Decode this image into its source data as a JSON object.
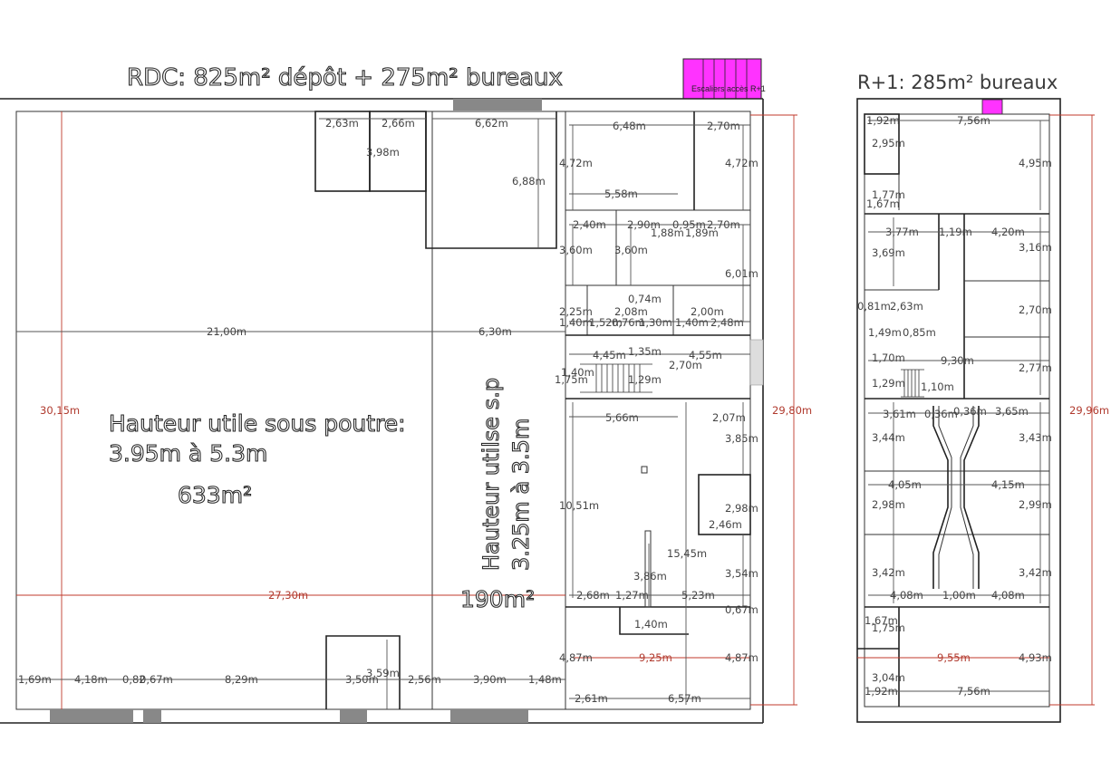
{
  "titles": {
    "rdc": "RDC: 825m² dépôt + 275m² bureaux",
    "r1": "R+1: 285m² bureaux",
    "stair_label": "Escaliers accès R+1"
  },
  "annotations": {
    "hauteur_l1": "Hauteur utile sous poutre:",
    "hauteur_l2": "3.95m à 5.3m",
    "area_depot": "633m²",
    "hauteur_sp_l1": "Hauteur utilse s.p",
    "hauteur_sp_l2": "3.25m à 3.5m",
    "area_sp": "190m²"
  },
  "colors": {
    "stair": "#ff33ff",
    "door": "#888888",
    "dim_red": "#c0392b"
  },
  "dims_rdc": [
    "2,63m",
    "2,66m",
    "3,98m",
    "6,62m",
    "6,88m",
    "21,00m",
    "6,30m",
    "30,15m",
    "27,30m",
    "1,69m",
    "4,18m",
    "0,82",
    "0,67m",
    "8,29m",
    "3,50m",
    "3,59m",
    "2,56m",
    "3,90m",
    "1,48m"
  ],
  "dims_office": [
    "6,48m",
    "2,70m",
    "4,72m",
    "4,72m",
    "5,58m",
    "2,40m",
    "2,90m",
    "0,95m",
    "2,70m",
    "1,88m",
    "1,89m",
    "3,60m",
    "3,60m",
    "6,01m",
    "0,74m",
    "2,25m",
    "2,08m",
    "2,00m",
    "1,40m",
    "1,52m",
    "0,76m",
    "1,30m",
    "1,40m",
    "2,48m",
    "4,45m",
    "1,35m",
    "4,55m",
    "1,40m",
    "2,70m",
    "1,75m",
    "1,29m",
    "5,66m",
    "2,07m",
    "3,85m",
    "10,51m",
    "2,98m",
    "2,46m",
    "15,45m",
    "3,86m",
    "3,54m",
    "2,68m",
    "1,27m",
    "5,23m",
    "0,67m",
    "1,40m",
    "4,87m",
    "9,25m",
    "4,87m",
    "2,61m",
    "6,57m",
    "29,80m"
  ],
  "dims_r1": [
    "1,92m",
    "7,56m",
    "2,95m",
    "4,95m",
    "1,77m",
    "1,67m",
    "3,77m",
    "1,19m",
    "4,20m",
    "3,69m",
    "3,16m",
    "0,81m",
    "2,63m",
    "2,70m",
    "1,49m",
    "0,85m",
    "9,30m",
    "1,70m",
    "2,77m",
    "1,29m",
    "1,10m",
    "3,61m",
    "0,36m",
    "0,36m",
    "3,65m",
    "3,44m",
    "3,43m",
    "4,05m",
    "4,15m",
    "2,98m",
    "2,99m",
    "3,42m",
    "3,42m",
    "4,08m",
    "1,00m",
    "4,08m",
    "1,67m",
    "1,75m",
    "9,55m",
    "4,93m",
    "3,04m",
    "1,92m",
    "7,56m",
    "29,96m"
  ]
}
